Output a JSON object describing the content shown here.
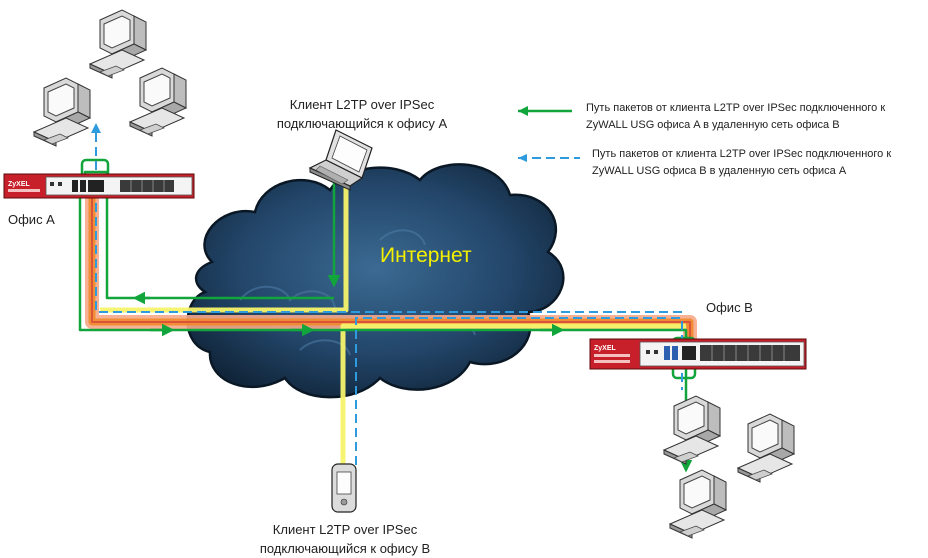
{
  "cloud_label": "Интернет",
  "office_a_label": "Офис A",
  "office_b_label": "Офис B",
  "client_a": {
    "line1": "Клиент L2TP over IPSec",
    "line2": "подключающийся к офису A"
  },
  "client_b": {
    "line1": "Клиент L2TP over IPSec",
    "line2": "подключающийся к офису B"
  },
  "legend": [
    {
      "line1": "Путь пакетов от клиента L2TP over IPSec подключенного к",
      "line2": "ZyWALL USG офиса A в удаленную сеть офиса B",
      "style": "solid",
      "color": "#12a53c"
    },
    {
      "line1": "Путь пакетов от клиента L2TP over IPSec подключенного к",
      "line2": "ZyWALL USG офиса B в удаленную сеть офиса A",
      "style": "dashed",
      "color": "#2d9bde"
    }
  ],
  "device_brand": "ZyXEL",
  "colors": {
    "tunnel_outer": "#f6a98a",
    "tunnel_inner": "#f08a2a",
    "tunnel_core": "#d23a3a",
    "client_a_path": "#12a53c",
    "client_b_path": "#2d9bde",
    "client_tunnel": "#f7f36a",
    "cloud": "#1d3a55",
    "device": "#c8202a"
  }
}
